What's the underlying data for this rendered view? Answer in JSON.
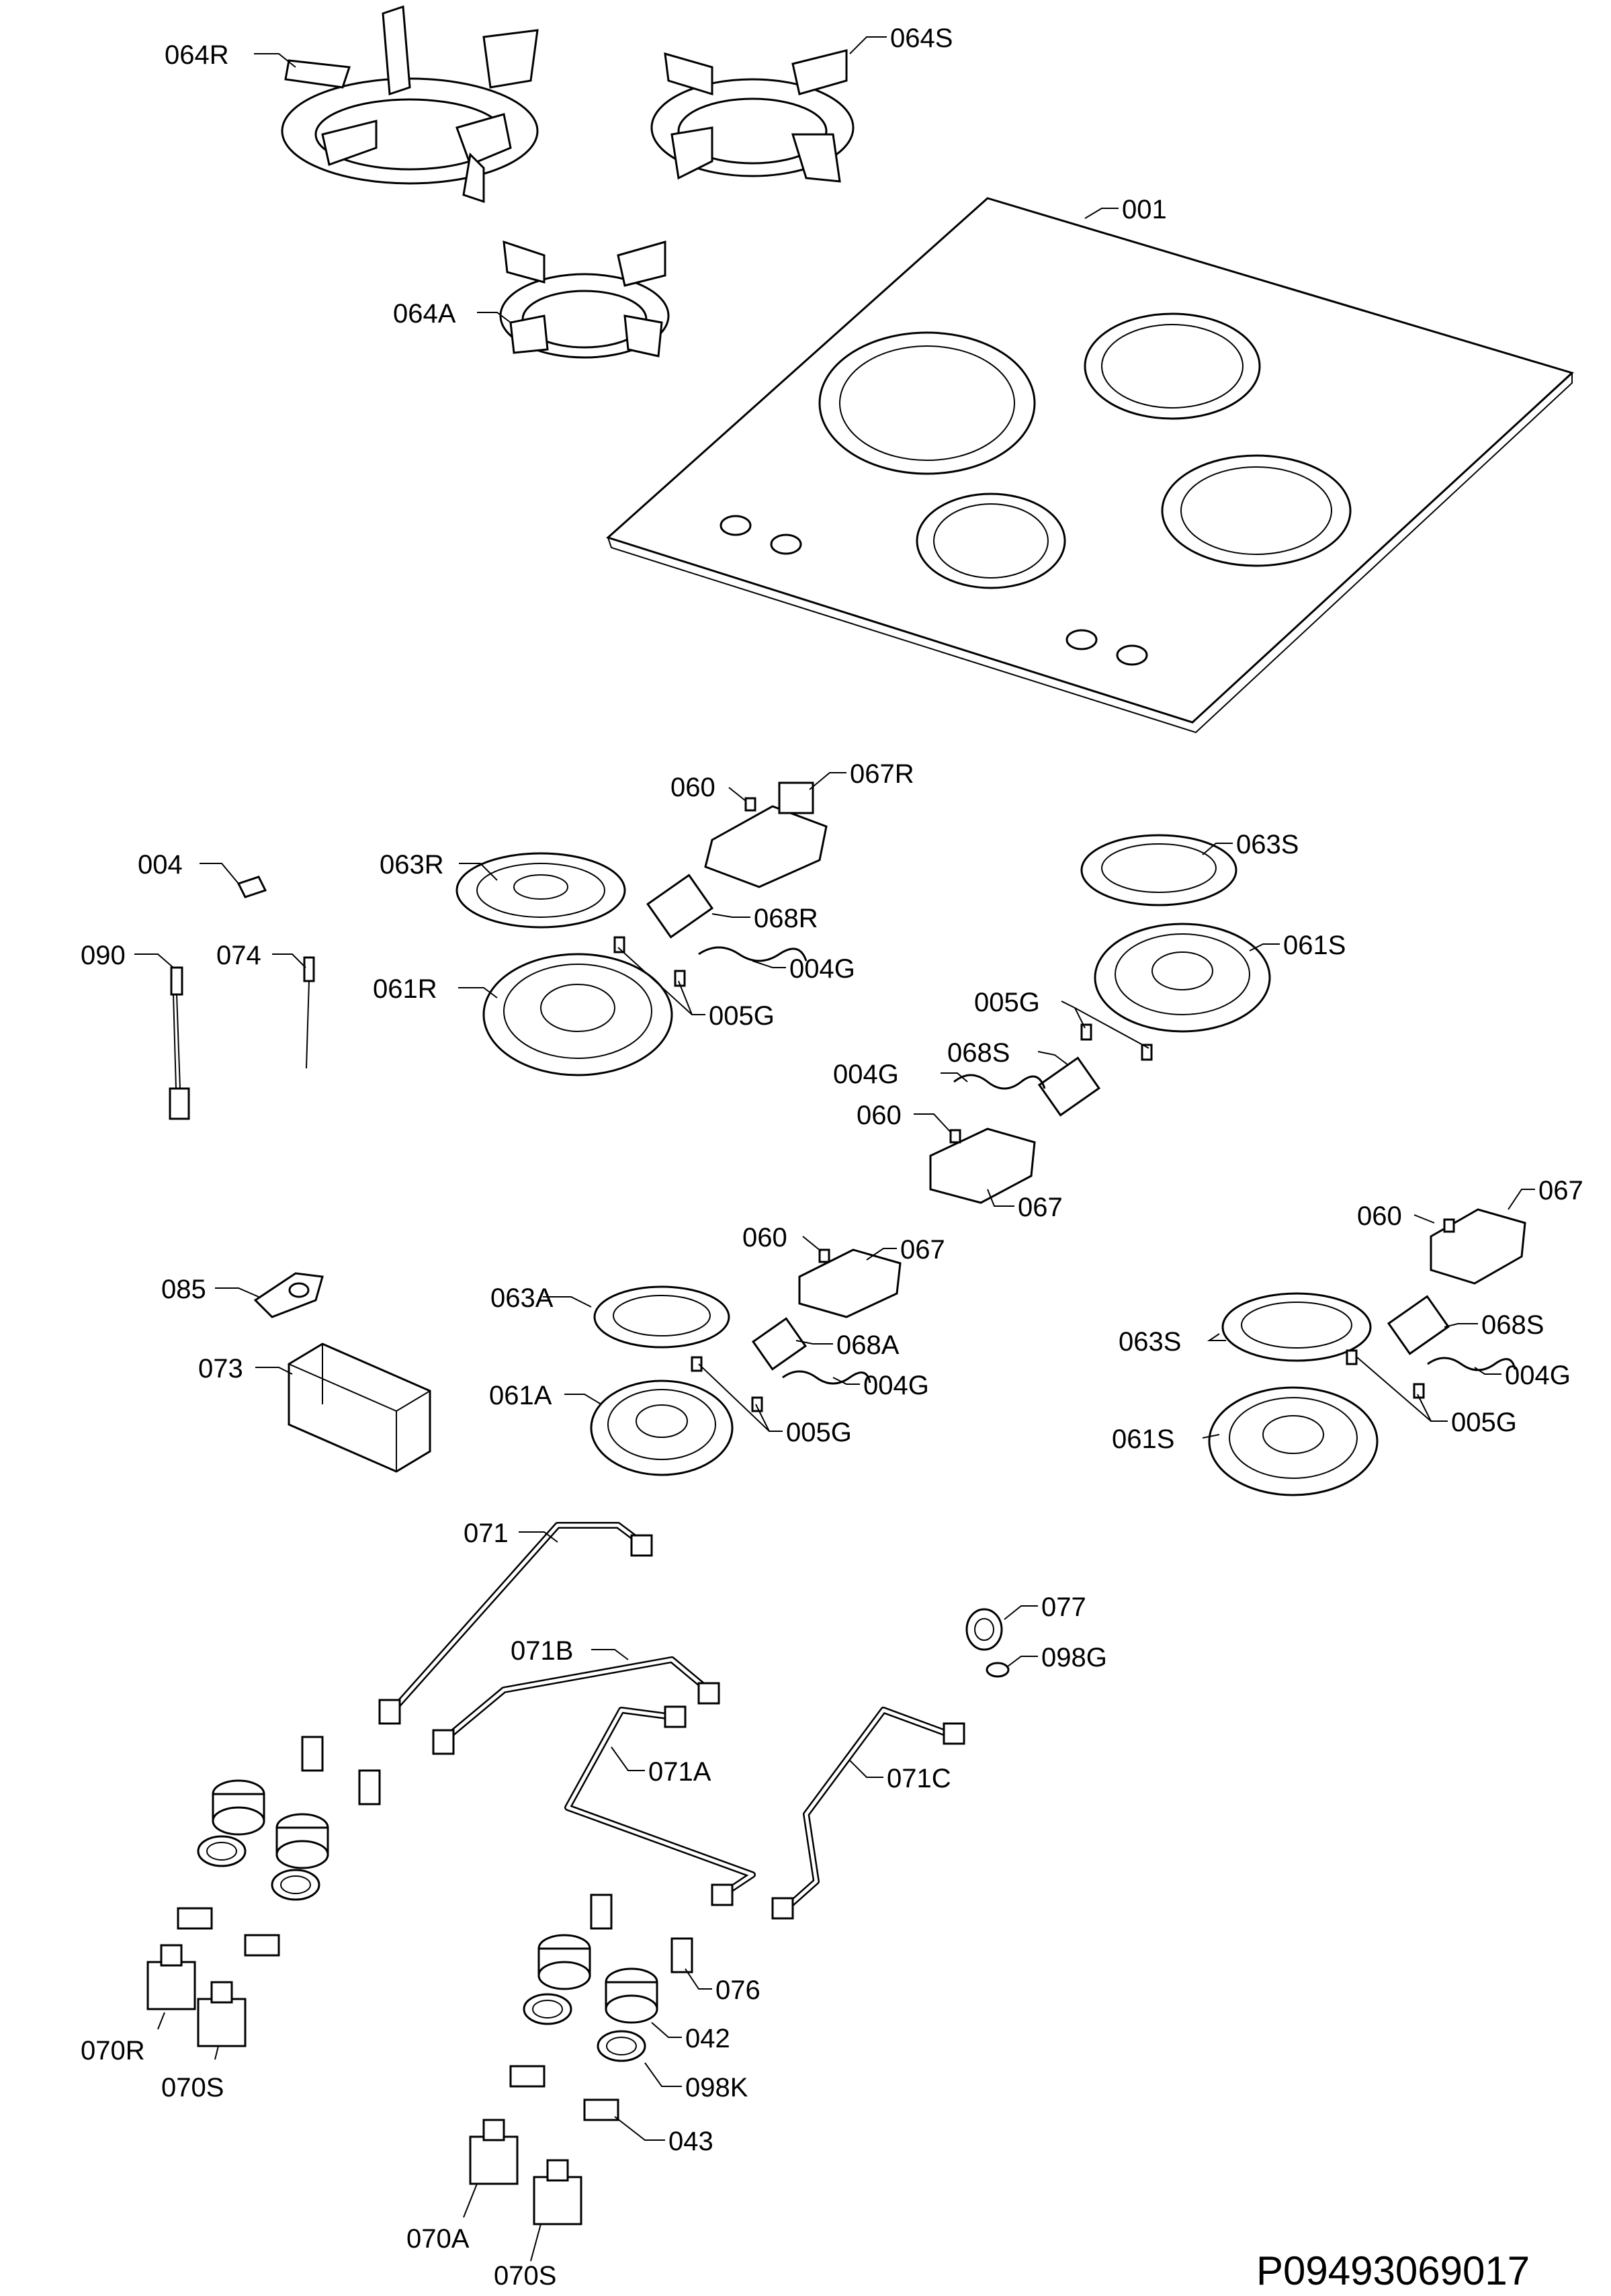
{
  "diagram": {
    "document_code": "P09493069017",
    "parts": {
      "p001": "001",
      "p064R": "064R",
      "p064S": "064S",
      "p064A": "064A",
      "p060_r": "060",
      "p067R": "067R",
      "p004": "004",
      "p063R": "063R",
      "p063S_top": "063S",
      "p068R": "068R",
      "p090": "090",
      "p074": "074",
      "p004G_r": "004G",
      "p061R": "061R",
      "p005G_r": "005G",
      "p061S_top": "061S",
      "p005G_s": "005G",
      "p068S_top": "068S",
      "p004G_s": "004G",
      "p060_s": "060",
      "p067_s": "067",
      "p060_a": "060",
      "p067_a": "067",
      "p060_s2": "060",
      "p067_s2": "067",
      "p085": "085",
      "p063A": "063A",
      "p068A": "068A",
      "p073": "073",
      "p004G_a": "004G",
      "p061A": "061A",
      "p005G_a": "005G",
      "p063S_bot": "063S",
      "p068S_bot": "068S",
      "p004G_s2": "004G",
      "p061S_bot": "061S",
      "p005G_s2": "005G",
      "p071": "071",
      "p077": "077",
      "p098G": "098G",
      "p071B": "071B",
      "p071A": "071A",
      "p071C": "071C",
      "p076": "076",
      "p042": "042",
      "p098K": "098K",
      "p043": "043",
      "p070R": "070R",
      "p070S": "070S",
      "p070A": "070A",
      "p070S_b": "070S"
    }
  }
}
